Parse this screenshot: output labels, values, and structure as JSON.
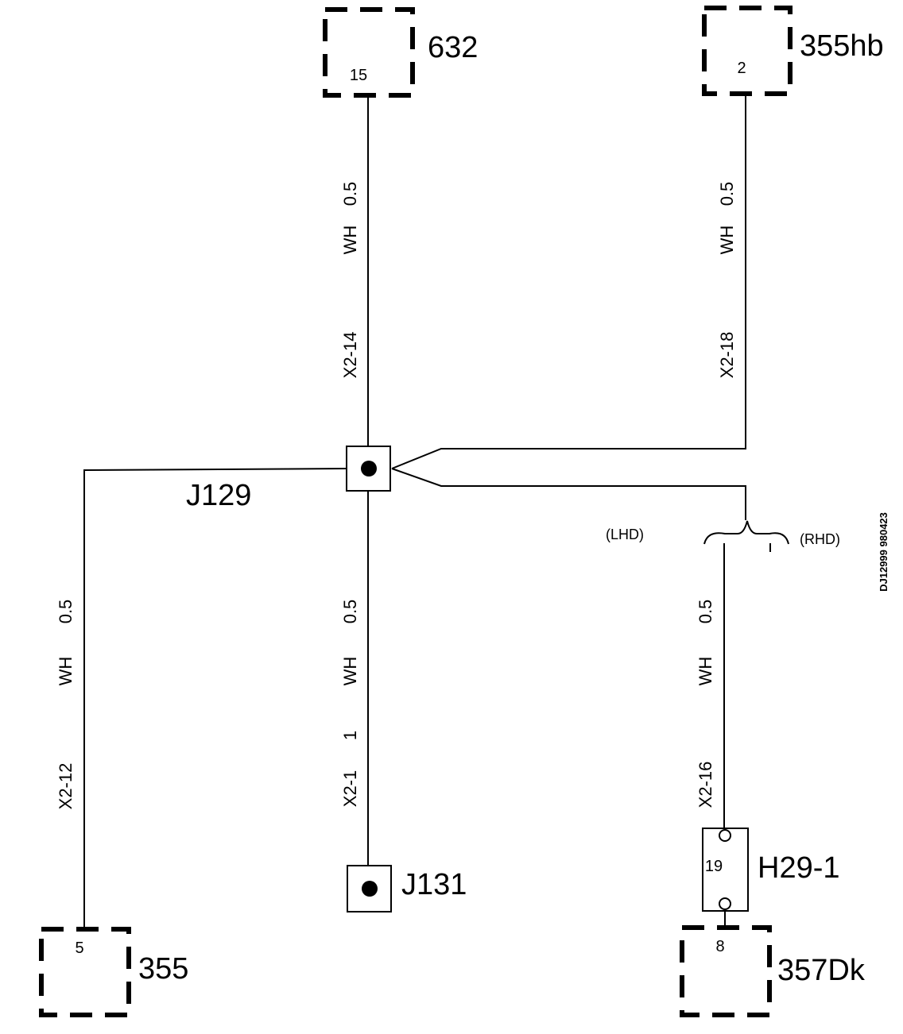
{
  "components": {
    "c632": {
      "name": "632",
      "pin": "15"
    },
    "c355hb": {
      "name": "355hb",
      "pin": "2"
    },
    "c355": {
      "name": "355",
      "pin": "5"
    },
    "c357dk": {
      "name": "357Dk",
      "pin": "8"
    },
    "h29": {
      "name": "H29-1",
      "pin": "19"
    },
    "j129": {
      "name": "J129"
    },
    "j131": {
      "name": "J131"
    }
  },
  "wires": {
    "w632": {
      "size": "0.5",
      "color": "WH",
      "conn": "X2-14"
    },
    "w355hb": {
      "size": "0.5",
      "color": "WH",
      "conn": "X2-18"
    },
    "w355": {
      "size": "0.5",
      "color": "WH",
      "conn": "X2-12"
    },
    "wj131": {
      "size": "0.5",
      "color": "WH",
      "num": "1",
      "conn": "X2-1"
    },
    "wh29": {
      "size": "0.5",
      "color": "WH",
      "conn": "X2-16"
    }
  },
  "options": {
    "lhd": "(LHD)",
    "rhd": "(RHD)"
  },
  "drawing_ref": "DJ12999 980423"
}
